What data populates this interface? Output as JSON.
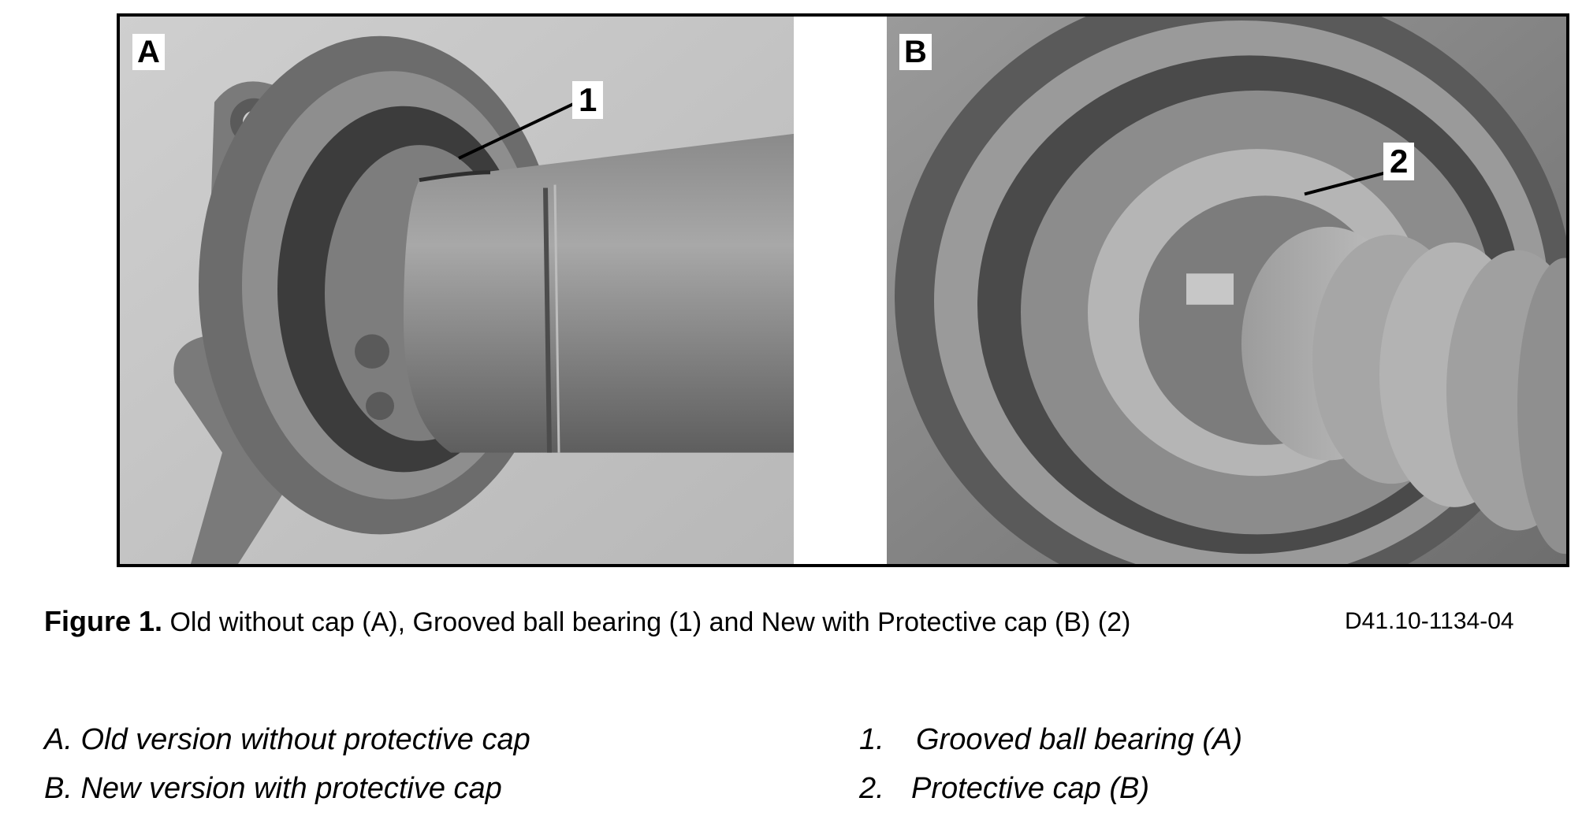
{
  "figure": {
    "panels": [
      {
        "label": "A",
        "callout": "1"
      },
      {
        "label": "B",
        "callout": "2"
      }
    ],
    "caption": {
      "number": "Figure 1.",
      "text": "Old without cap (A),  Grooved ball bearing (1) and New with Protective cap (B) (2)"
    },
    "doc_code": "D41.10-1134-04"
  },
  "legend": {
    "letters": [
      "A. Old version without protective cap",
      "B. New version with protective cap"
    ],
    "numbers": [
      {
        "num": "1.",
        "text": "Grooved ball bearing (A)"
      },
      {
        "num": "2.",
        "text": "Protective cap (B)"
      }
    ]
  }
}
